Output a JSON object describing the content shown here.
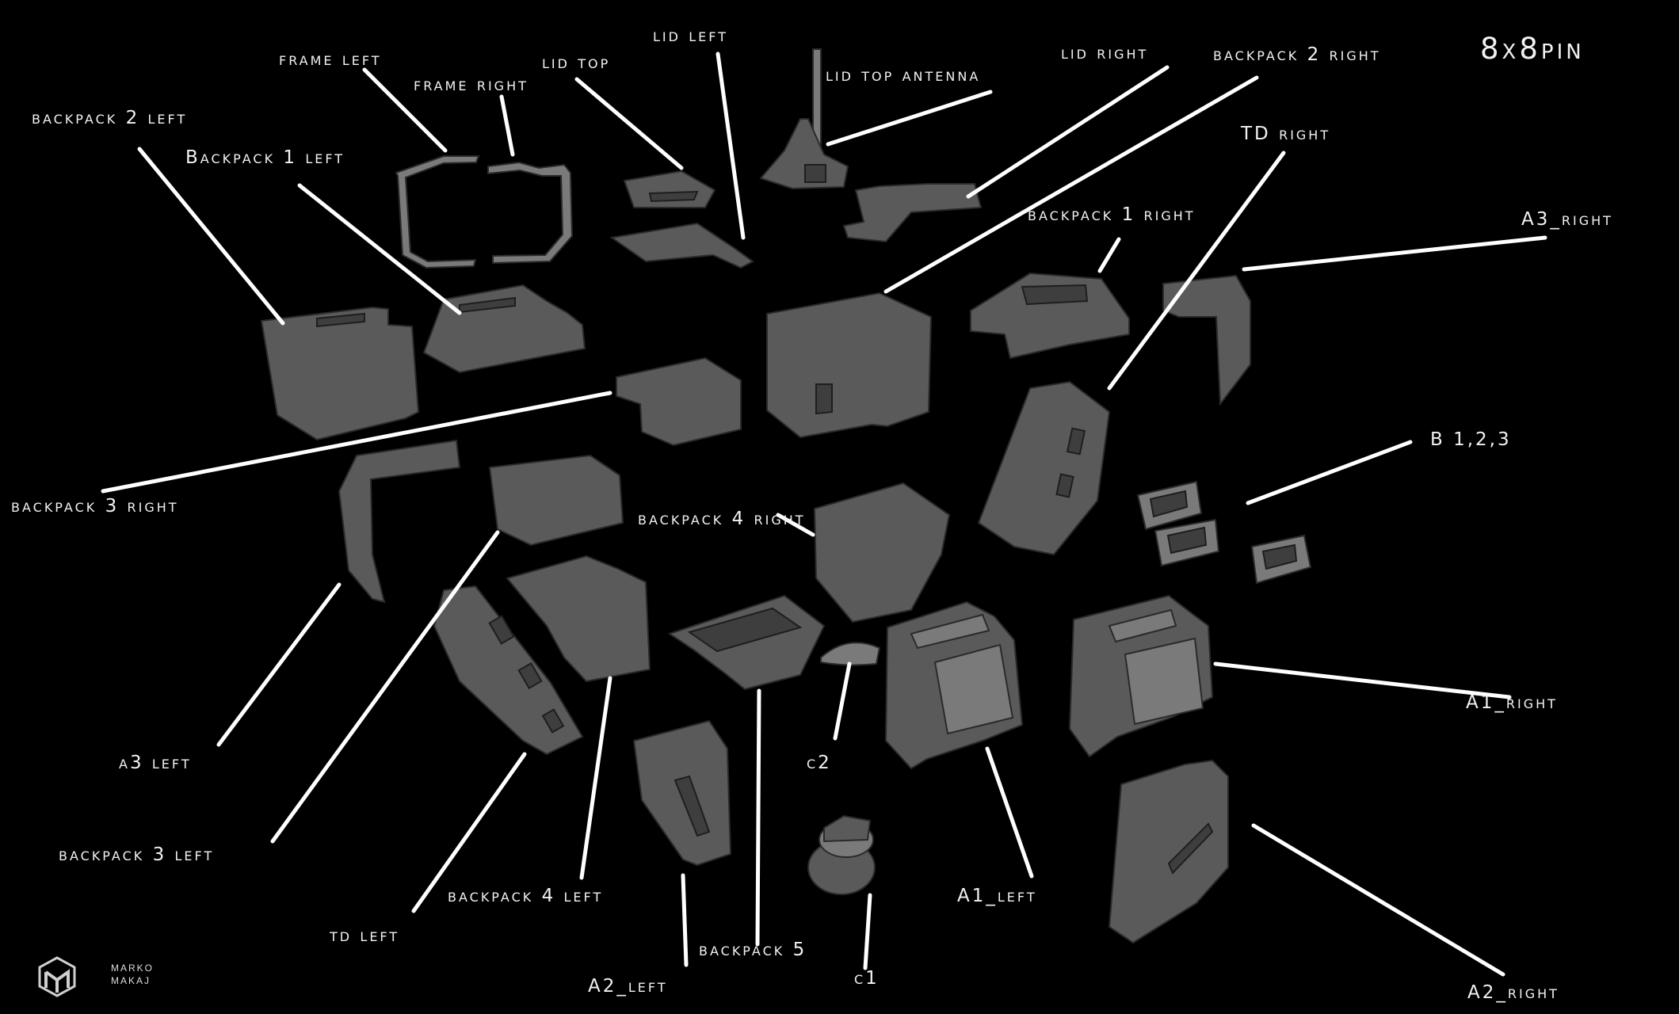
{
  "title": "8x8pin",
  "labels": {
    "frame_left": "frame left",
    "frame_right": "frame right",
    "lid_top": "lid top",
    "lid_left": "lid left",
    "lid_top_antenna": "lid top antenna",
    "lid_right": "lid right",
    "backpack_2_right": "backpack 2 right",
    "backpack_2_left": "backpack 2 left",
    "backpack_1_left": "Backpack 1 left",
    "td_right": "TD right",
    "backpack_1_right": "backpack 1 right",
    "a3_right": "A3_right",
    "b_123": "B 1,2,3",
    "backpack_3_right": "backpack 3 right",
    "backpack_4_right": "backpack 4 right",
    "a1_right": "A1_right",
    "a3_left": "a3 left",
    "c2": "c2",
    "backpack_3_left": "backpack 3 left",
    "a1_left": "A1_left",
    "backpack_4_left": "backpack 4 left",
    "td_left": "td left",
    "backpack_5": "backpack 5",
    "c1": "c1",
    "a2_left": "A2_left",
    "a2_right": "A2_right"
  },
  "logo": {
    "line1": "MARKO",
    "line2": "MAKAJ"
  }
}
